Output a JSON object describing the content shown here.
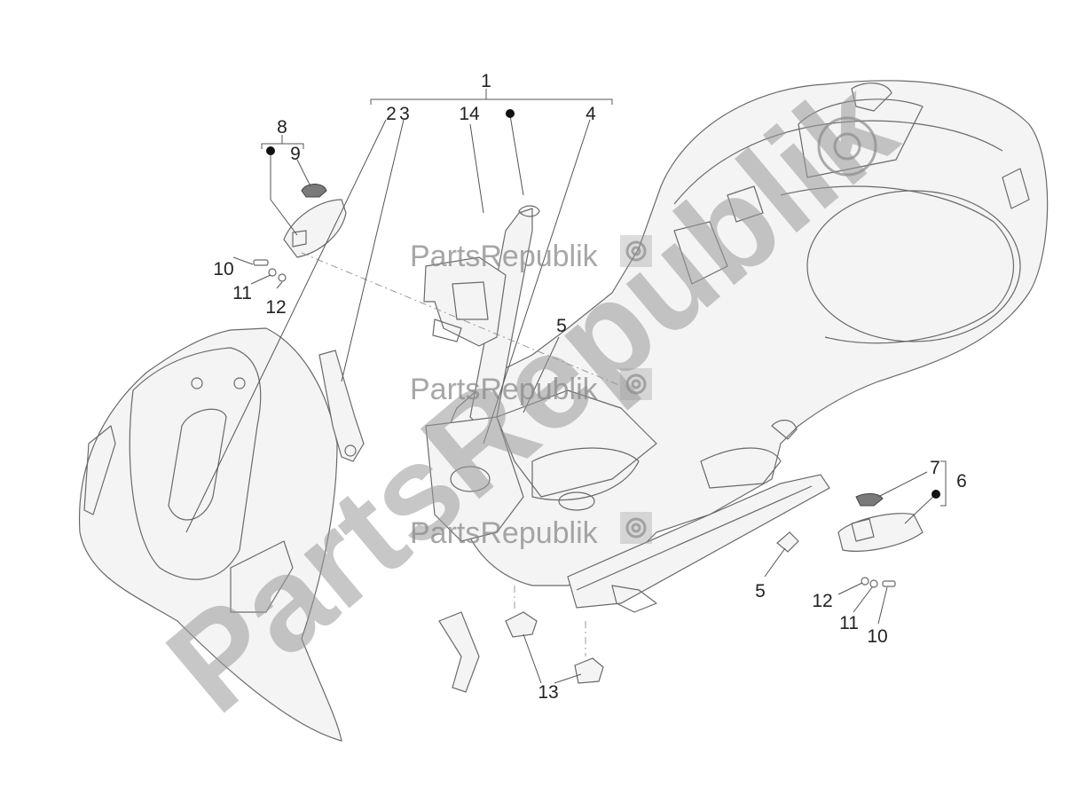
{
  "diagram": {
    "callouts": {
      "c1": "1",
      "c2": "2",
      "c3": "3",
      "c4": "4",
      "c5a": "5",
      "c5b": "5",
      "c6": "6",
      "c7": "7",
      "c8": "8",
      "c9": "9",
      "c10a": "10",
      "c10b": "10",
      "c11a": "11",
      "c11b": "11",
      "c12a": "12",
      "c12b": "12",
      "c13": "13",
      "c14": "14"
    },
    "watermark": {
      "big": "PartsRepublik",
      "small": "PartsRepublik"
    }
  }
}
